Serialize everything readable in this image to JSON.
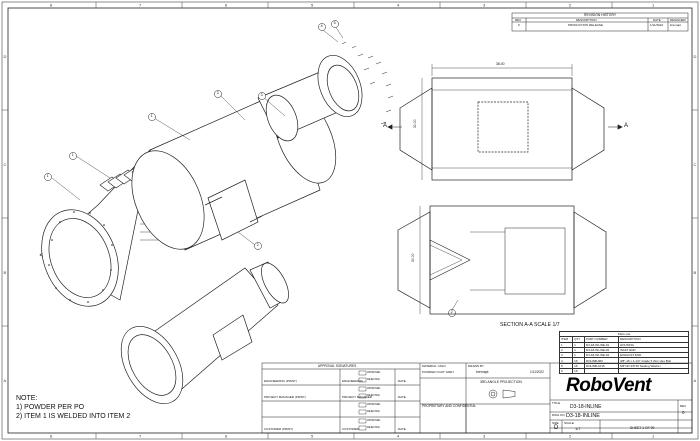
{
  "revision": {
    "title": "REVISION HISTORY",
    "headers": [
      "REV",
      "DESCRIPTION",
      "DATE",
      "DESIGNER"
    ],
    "rows": [
      [
        "0",
        "PRODUCTION RELEASE",
        "1/11/2022",
        "bremapt"
      ]
    ]
  },
  "balloons": [
    "1",
    "2",
    "3",
    "4",
    "5",
    "6"
  ],
  "views": {
    "section_label": "A",
    "top_dim": "38.00",
    "side_dim_top": "30.00",
    "side_dim_bottom": "30.00",
    "section_caption": "SECTION A-A SCALE 1/7"
  },
  "parts_list": {
    "title": "Parts List",
    "headers": [
      "ITEM",
      "QTY",
      "PART NUMBER",
      "DESCRIPTION"
    ],
    "rows": [
      [
        "1",
        "1",
        "D3-18-INLINE-01",
        "HOUSING"
      ],
      [
        "2",
        "1",
        "D3-18-INLINE-02",
        "INLET END"
      ],
      [
        "3",
        "1",
        "D3-18-INLINE-04",
        "EXHAUST END"
      ],
      [
        "4",
        "16",
        "ROHNB-060",
        "3/8\"-16 x 1-1/4\" Grade 5 Zinc Hex Bolt"
      ],
      [
        "5",
        "16",
        "ROHNB-1015",
        "5/8\"OD 3/8\"ID Sealing Washer"
      ],
      [
        "6",
        "16",
        "",
        ""
      ]
    ]
  },
  "title_block": {
    "approval": "APPROVAL SIGNATURES",
    "roles": [
      "ENGINEERING (PRINT)",
      "ENGINEERING",
      "PROJECT MANAGER (PRINT)",
      "PROJECT MANAGER",
      "CUSTOMER (PRINT)",
      "CUSTOMER"
    ],
    "date_label": "DATE",
    "approved": "APPROVED",
    "rejected": "REJECTED",
    "material": "MATERIAL: MILD",
    "finish": "POWDER COAT: GREY",
    "drawn_by": "DRAWN BY",
    "drawn_name": "bremapt",
    "drawn_date": "1/11/2022",
    "projection": "3RD ANGLE PROJECTION",
    "proprietary": "PROPRIETARY AND CONFIDENTIAL",
    "title_label": "TITLE",
    "title_value": "D3-18-INLINE",
    "dwg_label": "DWG NO.",
    "dwg_value": "D3-18-INLINE",
    "size_label": "SIZE",
    "size_value": "D",
    "scale_label": "SCALE",
    "scale_value": "1/7",
    "sheet_value": "SHEET 1 OF 99",
    "rev_label": "REV",
    "rev_value": "0",
    "logo": "RoboVent"
  },
  "notes": [
    "NOTE:",
    "1) POWDER PER PO",
    "2) ITEM 1 IS WELDED INTO ITEM 2"
  ]
}
